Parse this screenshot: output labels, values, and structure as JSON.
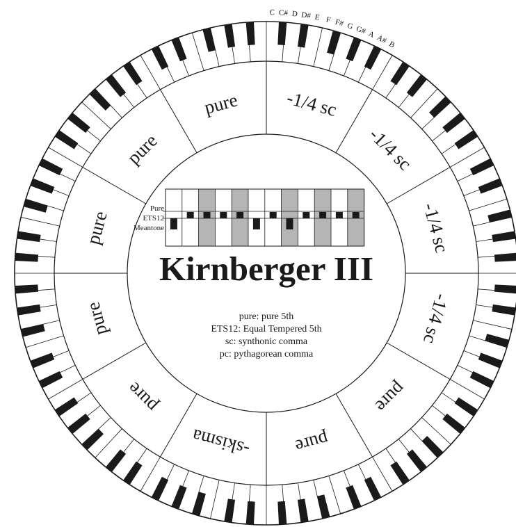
{
  "title": "Kirnberger III",
  "note_names": [
    "C",
    "C#",
    "D",
    "D#",
    "E",
    "F",
    "F#",
    "G",
    "G#",
    "A",
    "A#",
    "B"
  ],
  "sectors": [
    "-1/4 sc",
    "-1/4 sc",
    "-1/4 sc",
    "-1/4 sc",
    "pure",
    "pure",
    "-skisma",
    "pure",
    "pure",
    "pure",
    "pure",
    "pure"
  ],
  "row_labels": [
    "Pure",
    "ETS12",
    "Meantone"
  ],
  "legend": [
    "pure: pure 5th",
    "ETS12: Equal Tempered 5th",
    "sc: synthonic comma",
    "pc: pythagorean comma"
  ],
  "grid": {
    "shaded_columns": [
      2,
      4,
      7,
      9,
      11
    ],
    "markers": [
      2,
      3,
      3,
      3,
      3,
      2,
      3,
      1,
      3,
      3,
      3,
      3
    ]
  },
  "colors": {
    "ink": "#1a1a1a",
    "shade": "#b5b5b5",
    "paper": "#ffffff"
  }
}
